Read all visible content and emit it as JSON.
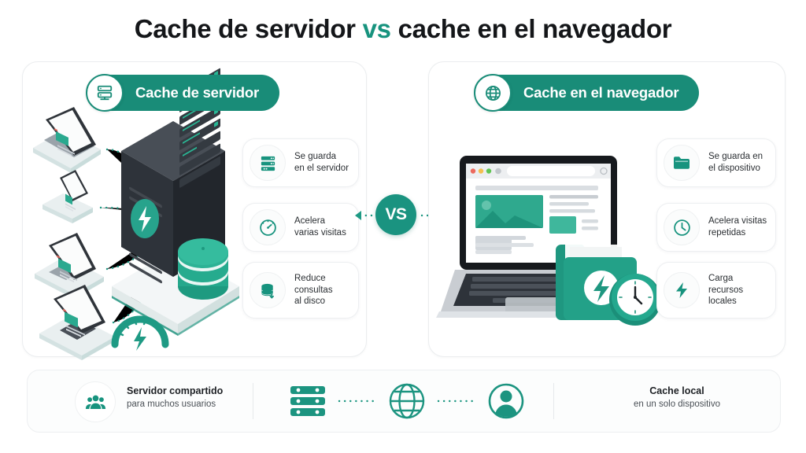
{
  "page": {
    "title_part1": "Cache de servidor ",
    "title_vs": "vs",
    "title_part2": " cache en el navegador",
    "accent_teal": "#198C78",
    "accent_teal_light": "#2AA98F",
    "dark_server": "#34393F",
    "text_dark": "#2B2F33",
    "panel_border": "#EBEDEF",
    "background": "#FFFFFF"
  },
  "vs_badge": {
    "label": "VS",
    "icon": "vs-circle-icon"
  },
  "left_panel": {
    "header": {
      "label": "Cache de servidor",
      "icon": "server-rack-icon"
    },
    "illustration": {
      "server_icon": "server-tower-3d-icon",
      "bolt_icon": "lightning-bolt-icon",
      "database_icon": "database-cylinder-icon",
      "gauge_icon": "speedometer-gauge-icon",
      "devices": [
        {
          "name": "laptop-device-icon"
        },
        {
          "name": "phone-device-icon"
        },
        {
          "name": "tablet-device-icon"
        },
        {
          "name": "desktop-monitor-icon"
        }
      ]
    },
    "cards": [
      {
        "icon": "server-stack-icon",
        "line1": "Se guarda",
        "line2": "en el servidor",
        "line3": ""
      },
      {
        "icon": "speedometer-icon",
        "line1": "Acelera",
        "line2": "varias visitas",
        "line3": ""
      },
      {
        "icon": "database-icon",
        "line1": "Reduce",
        "line2": "consultas",
        "line3": "al disco"
      }
    ]
  },
  "right_panel": {
    "header": {
      "label": "Cache en el navegador",
      "icon": "globe-icon"
    },
    "illustration": {
      "laptop_icon": "laptop-browser-icon",
      "folder_icon": "folder-bolt-icon",
      "clock_icon": "clock-icon",
      "browser_dots": [
        "#EC6A5E",
        "#F4BF4F",
        "#61C554"
      ]
    },
    "cards": [
      {
        "icon": "folder-icon",
        "line1": "Se guarda en",
        "line2": "el dispositivo",
        "line3": ""
      },
      {
        "icon": "clock-icon",
        "line1": "Acelera visitas",
        "line2": "repetidas",
        "line3": ""
      },
      {
        "icon": "bolt-icon",
        "line1": "Carga",
        "line2": "recursos",
        "line3": "locales"
      }
    ]
  },
  "bottom_bar": {
    "left": {
      "icon": "users-group-icon",
      "title": "Servidor compartido",
      "subtitle": "para muchos usuarios"
    },
    "center": {
      "icons": [
        "server-stack-icon",
        "globe-icon",
        "user-avatar-icon"
      ],
      "connector": "dotted-line"
    },
    "right": {
      "title": "Cache local",
      "subtitle": "en un solo dispositivo"
    }
  }
}
